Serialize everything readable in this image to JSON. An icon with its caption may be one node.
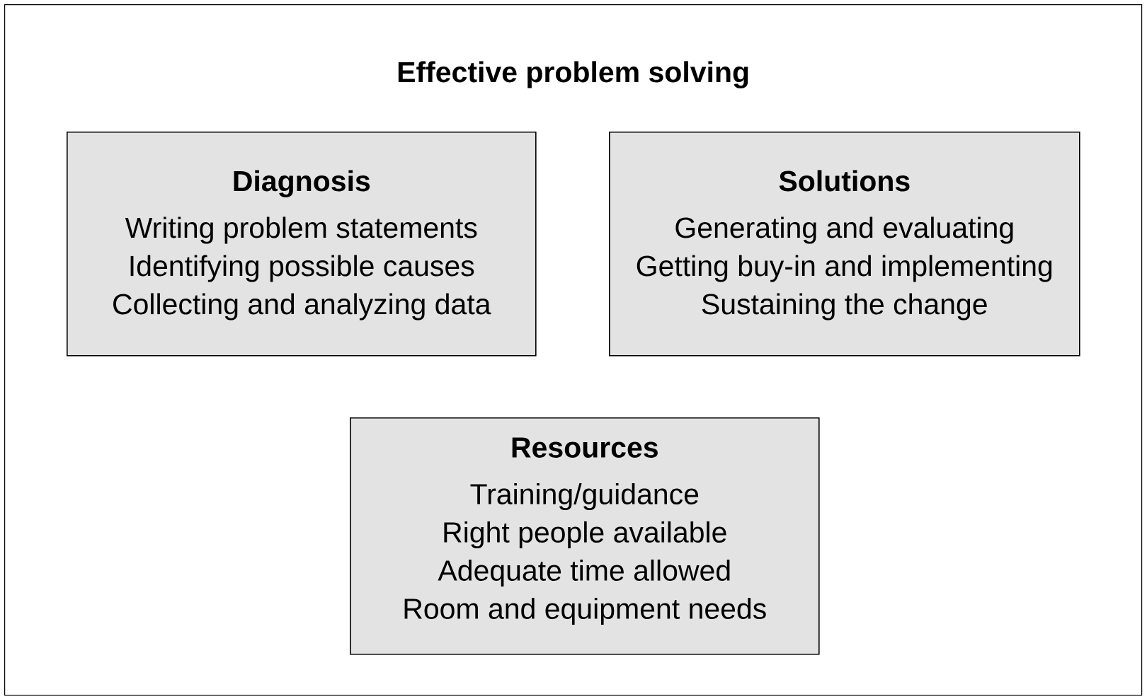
{
  "diagram": {
    "nodes": [
      {
        "text": [
          "Effective problem solving"
        ]
      },
      {
        "text": [
          "Diagnosis",
          "Writing problem statements",
          "Identifying possible causes",
          "Collecting and analyzing data"
        ],
        "in": 0
      },
      {
        "text": [
          "Solutions",
          "Generating and evaluating",
          "Getting buy-in and implementing",
          "Sustaining the change"
        ],
        "in": 0
      },
      {
        "text": [
          "Resources",
          "Training/guidance",
          "Right people available",
          "Adequate time allowed",
          "Room and equipment needs"
        ],
        "in": 0
      }
    ]
  }
}
